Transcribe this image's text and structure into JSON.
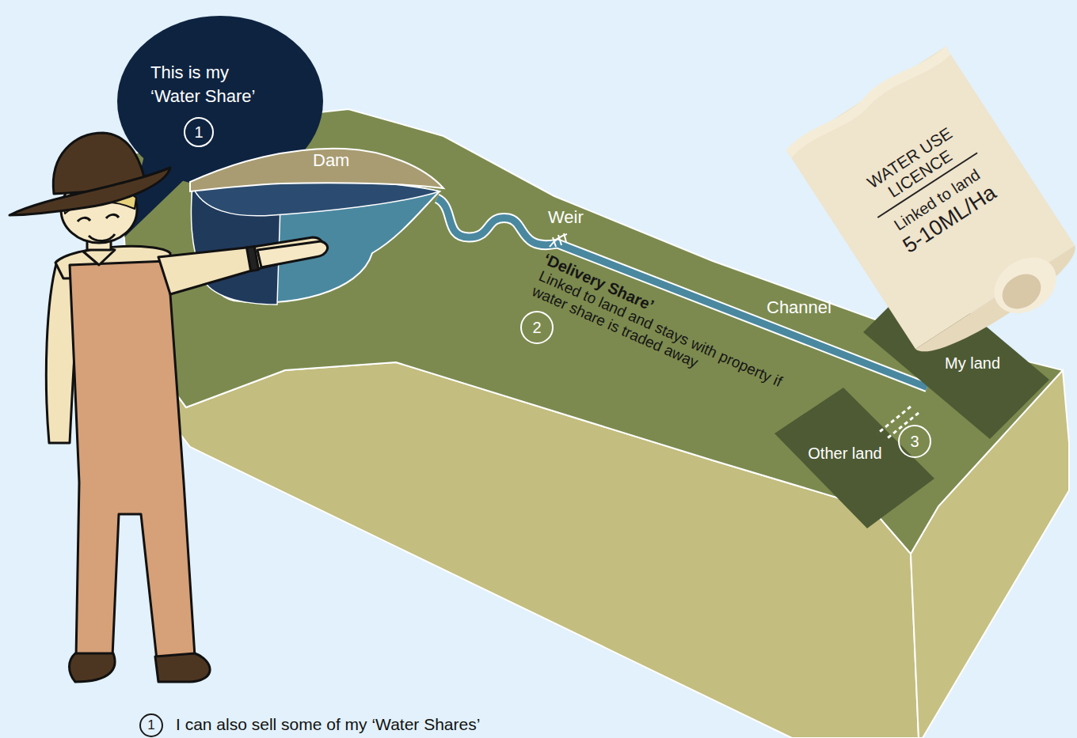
{
  "diagram": {
    "nodes": [
      {
        "text": [
          "This is my ‘Water Share’"
        ]
      },
      {
        "text": [
          "1"
        ],
        "in": 0
      },
      {
        "text": [
          "Dam"
        ]
      },
      {
        "text": [
          "2"
        ]
      },
      {
        "text": [
          "WATER USE LICENCE",
          "Linked to land",
          "5-10ML/Ha"
        ]
      },
      {
        "text": [
          "My land"
        ]
      },
      {
        "text": [
          "Other land"
        ]
      },
      {
        "text": [
          "3"
        ]
      },
      {
        "text": [
          "1"
        ]
      }
    ],
    "edges": [
      {
        "from": 2,
        "to": 5,
        "arrow": "none",
        "label": "Channel"
      }
    ],
    "labels": [
      "Weir",
      "‘Delivery Share’",
      "Linked to land and stays with property if water share is traded away",
      "I can also sell some of my ‘Water Shares’"
    ]
  }
}
